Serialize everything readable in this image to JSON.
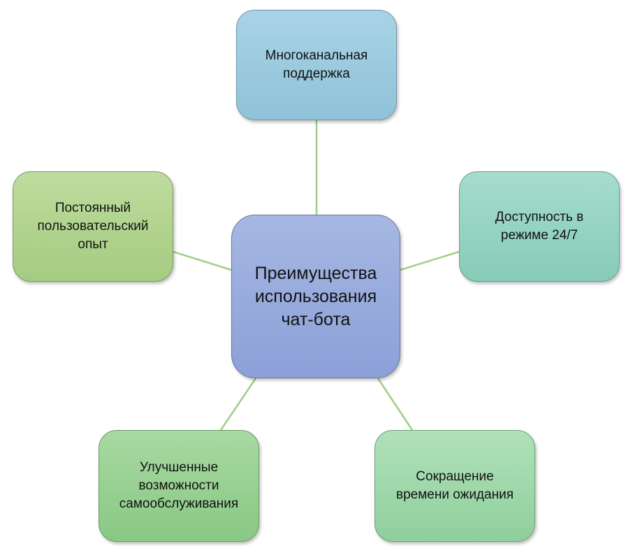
{
  "diagram": {
    "center": {
      "label": "Преимущества\nиспользования\nчат-бота"
    },
    "nodes": [
      {
        "id": "top",
        "label": "Многоканальная\nподдержка"
      },
      {
        "id": "right",
        "label": "Доступность в\nрежиме 24/7"
      },
      {
        "id": "bottom-right",
        "label": "Сокращение\nвремени ожидания"
      },
      {
        "id": "bottom-left",
        "label": "Улучшенные\nвозможности\nсамообслуживания"
      },
      {
        "id": "left",
        "label": "Постоянный\nпользовательский\nопыт"
      }
    ],
    "colors": {
      "connector": "#9fcf86",
      "center_fill": "#99aadc",
      "top_fill": "#9ccbe0",
      "right_fill": "#96d4c2",
      "bottom_right_fill": "#a0d9ab",
      "bottom_left_fill": "#98d093",
      "left_fill": "#b2d48f"
    }
  }
}
